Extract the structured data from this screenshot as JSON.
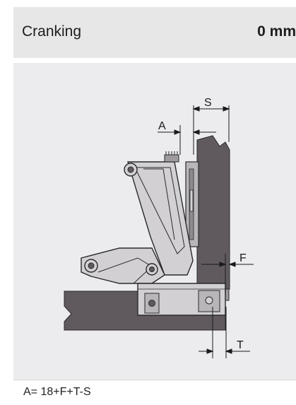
{
  "header": {
    "title": "Cranking",
    "value": "0 mm"
  },
  "diagram": {
    "labels": {
      "S": "S",
      "A": "A",
      "F": "F",
      "T": "T"
    }
  },
  "footer": {
    "formula": "A= 18+F+T-S"
  },
  "colors": {
    "header_bg": "#e7e7e7",
    "panel_bg": "#ececef",
    "door": "#605a5e",
    "hinge_light": "#d2d0d3",
    "hinge_mid": "#b9b6ba",
    "outline": "#2a2a2a"
  }
}
